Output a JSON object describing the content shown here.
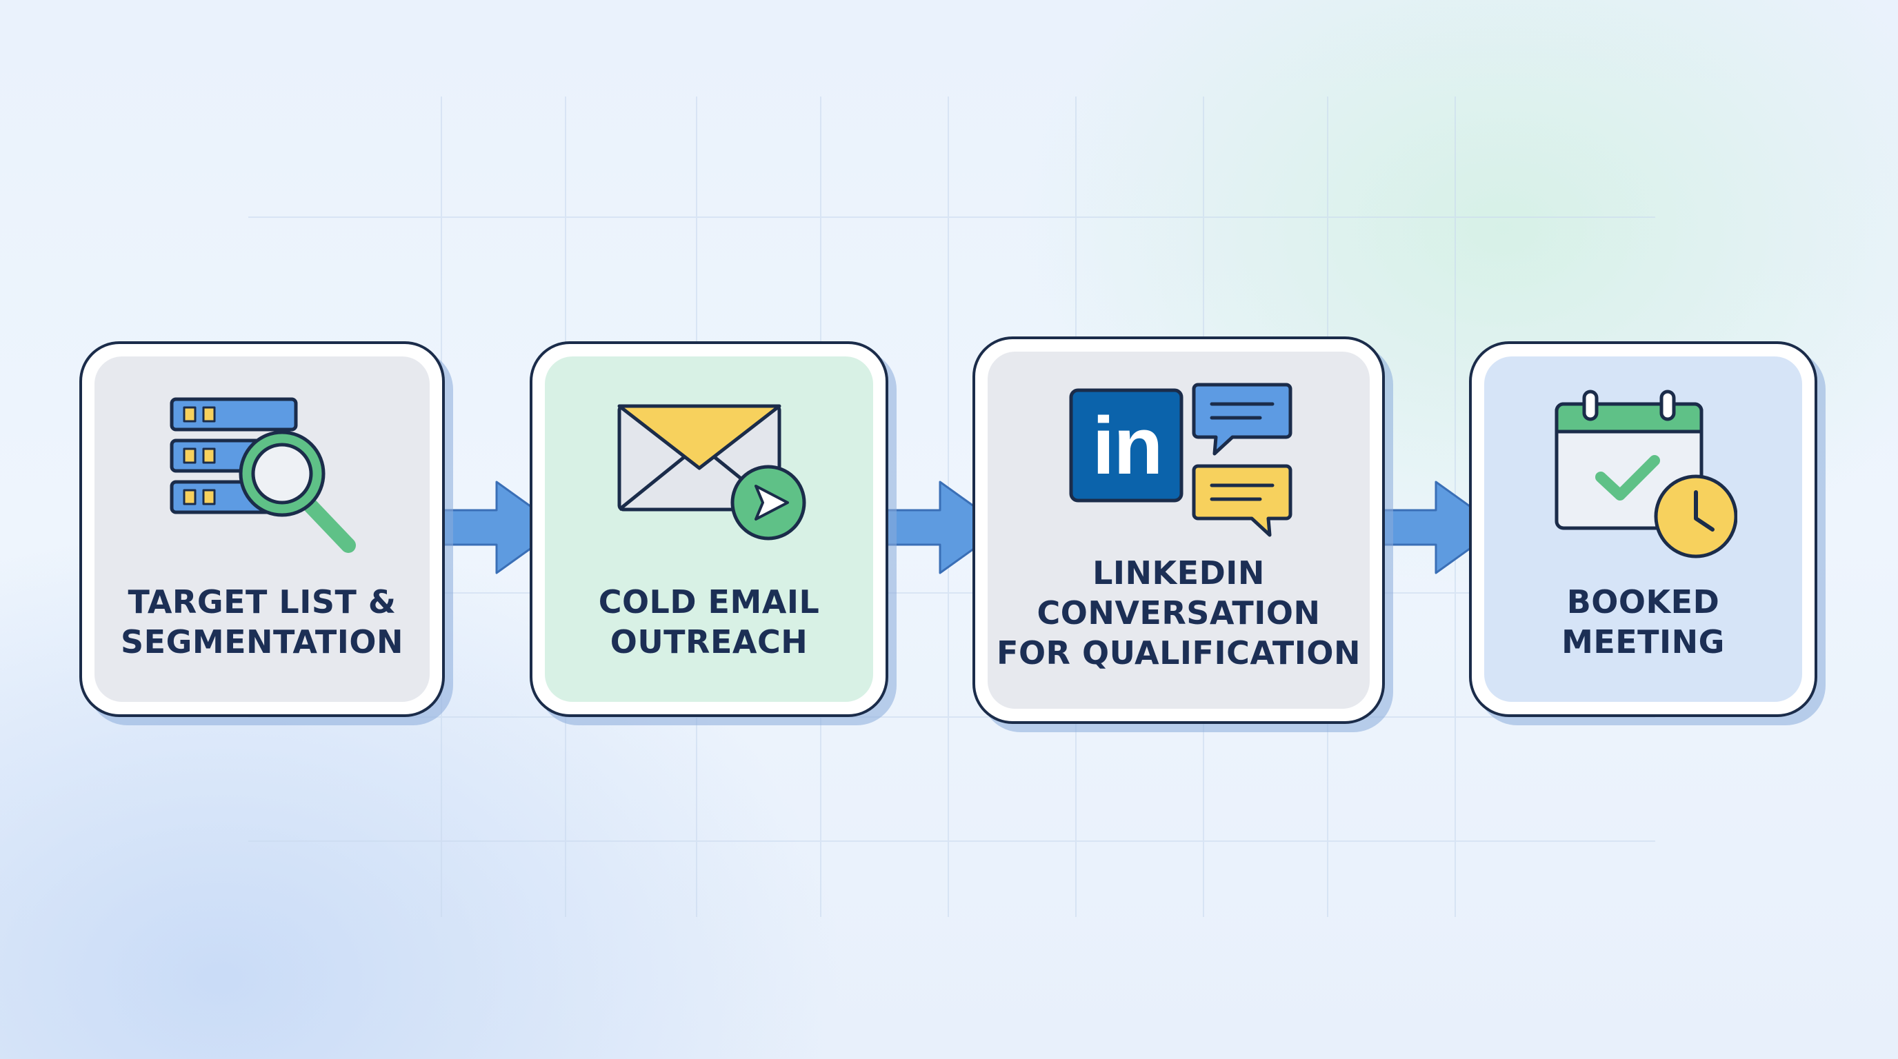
{
  "diagram": {
    "steps": [
      {
        "id": "target-list",
        "label_lines": [
          "TARGET LIST &",
          "SEGMENTATION"
        ],
        "icon": "database-search-icon",
        "fill": "#e7e9ee"
      },
      {
        "id": "cold-email",
        "label_lines": [
          "COLD EMAIL",
          "OUTREACH"
        ],
        "icon": "email-send-icon",
        "fill": "#d8f1e5"
      },
      {
        "id": "linkedin",
        "label_lines": [
          "LINKEDIN",
          "CONVERSATION",
          "FOR QUALIFICATION"
        ],
        "icon": "linkedin-chat-icon",
        "logo_text": "in",
        "fill": "#e7e9ee"
      },
      {
        "id": "booked-meeting",
        "label_lines": [
          "BOOKED",
          "MEETING"
        ],
        "icon": "calendar-clock-icon",
        "fill": "#d6e4f7"
      }
    ],
    "connectors": [
      {
        "from": "target-list",
        "to": "cold-email"
      },
      {
        "from": "cold-email",
        "to": "linkedin"
      },
      {
        "from": "linkedin",
        "to": "booked-meeting"
      }
    ],
    "colors": {
      "outline": "#1b2c4a",
      "text": "#1c2f55",
      "arrow": "#5e9be0",
      "blue": "#5d9be3",
      "green": "#5fc187",
      "yellow": "#f7d15d",
      "linkedin": "#0b63ab"
    }
  }
}
